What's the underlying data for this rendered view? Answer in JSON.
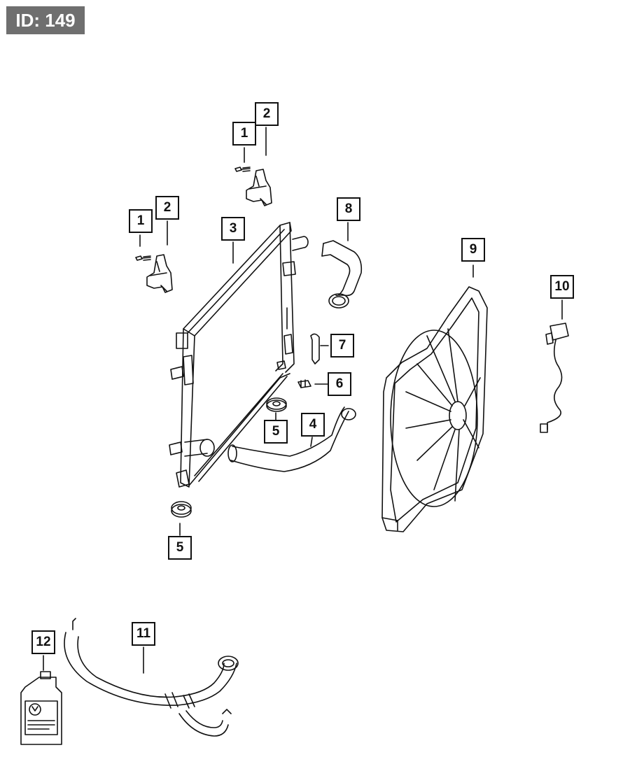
{
  "header": {
    "id_label": "ID: 149"
  },
  "callouts": {
    "c1a": "1",
    "c2a": "2",
    "c1b": "1",
    "c2b": "2",
    "c3": "3",
    "c8": "8",
    "c9": "9",
    "c10": "10",
    "c7": "7",
    "c6": "6",
    "c5a": "5",
    "c4": "4",
    "c5b": "5",
    "c12": "12",
    "c11": "11"
  },
  "colors": {
    "line": "#111111",
    "badge": "#6f6f6f"
  }
}
